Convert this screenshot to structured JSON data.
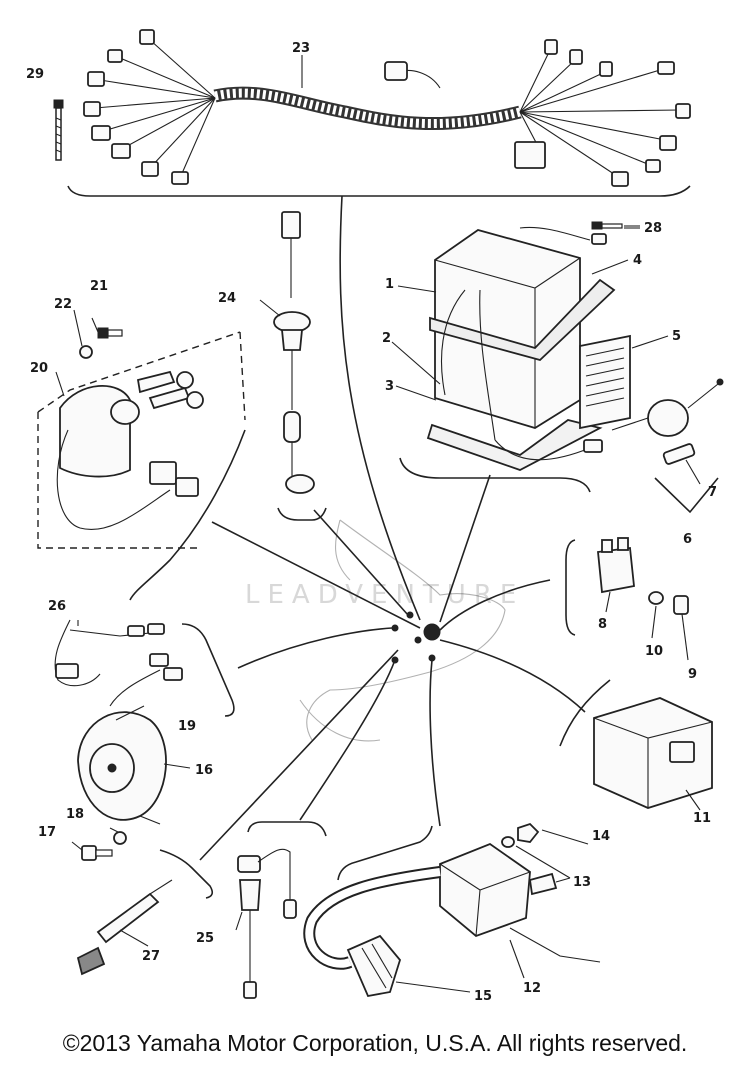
{
  "diagram": {
    "parts": [
      {
        "number": "1"
      },
      {
        "number": "2"
      },
      {
        "number": "3"
      },
      {
        "number": "4"
      },
      {
        "number": "5"
      },
      {
        "number": "6"
      },
      {
        "number": "7"
      },
      {
        "number": "8"
      },
      {
        "number": "9"
      },
      {
        "number": "10"
      },
      {
        "number": "11"
      },
      {
        "number": "12"
      },
      {
        "number": "13"
      },
      {
        "number": "14"
      },
      {
        "number": "15"
      },
      {
        "number": "16"
      },
      {
        "number": "17"
      },
      {
        "number": "18"
      },
      {
        "number": "19"
      },
      {
        "number": "20"
      },
      {
        "number": "21"
      },
      {
        "number": "22"
      },
      {
        "number": "23"
      },
      {
        "number": "24"
      },
      {
        "number": "25"
      },
      {
        "number": "26"
      },
      {
        "number": "27"
      },
      {
        "number": "28"
      },
      {
        "number": "29"
      }
    ],
    "watermark": "LEADVENTURE"
  },
  "footer": {
    "copyright": "©2013 Yamaha Motor Corporation, U.S.A. All rights reserved."
  }
}
